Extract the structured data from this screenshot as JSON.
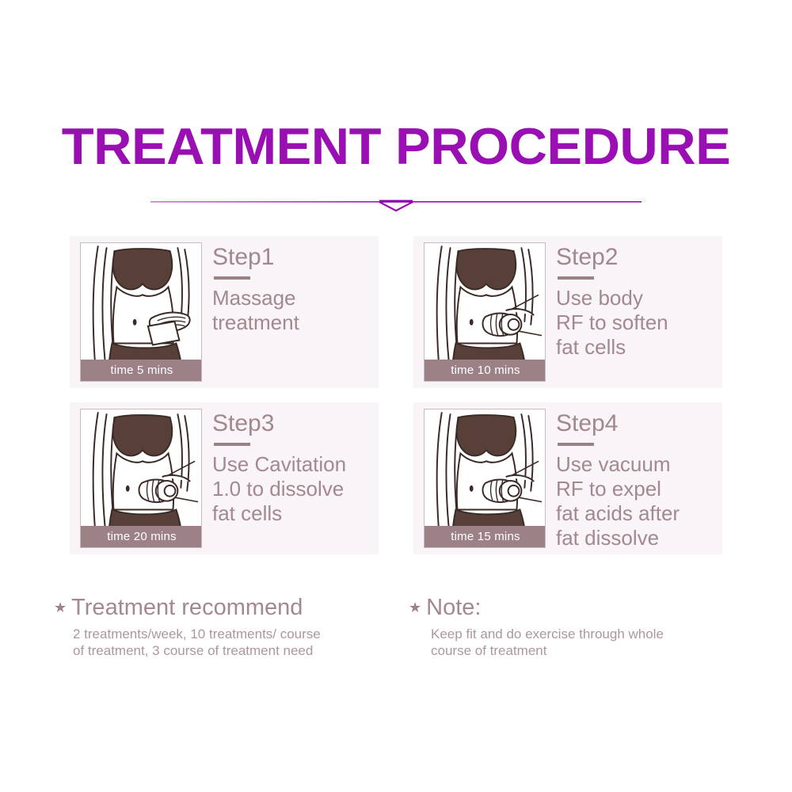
{
  "page": {
    "title": "TREATMENT PROCEDURE",
    "title_color": "#9a0fb4",
    "divider_color": "#a02ab5",
    "background": "#ffffff"
  },
  "cards": [
    {
      "step_label": "Step1",
      "description": "Massage\ntreatment",
      "time_label": "time 5 mins",
      "image_name": "woman-torso-massage-paddle",
      "panel_color": "#f9f4f8",
      "time_bar_color": "#9c8187"
    },
    {
      "step_label": "Step2",
      "description": "Use body\nRF to soften\nfat cells",
      "time_label": "time 10 mins",
      "image_name": "woman-torso-rf-handpiece",
      "panel_color": "#f9f4f8",
      "time_bar_color": "#9c8187"
    },
    {
      "step_label": "Step3",
      "description": "Use Cavitation\n1.0 to dissolve\nfat cells",
      "time_label": "time 20 mins",
      "image_name": "woman-torso-cavitation-handpiece",
      "panel_color": "#f9f4f8",
      "time_bar_color": "#9c8187"
    },
    {
      "step_label": "Step4",
      "description": "Use vacuum\nRF to expel\nfat acids after\nfat dissolve",
      "time_label": "time 15 mins",
      "image_name": "woman-torso-vacuum-handpiece",
      "panel_color": "#f9f4f8",
      "time_bar_color": "#9c8187"
    }
  ],
  "footer": {
    "left": {
      "bullet": "★",
      "heading": "Treatment recommend",
      "body": "2 treatments/week, 10 treatments/ course\nof treatment, 3 course of treatment need"
    },
    "right": {
      "bullet": "★",
      "heading": "Note:",
      "body": "Keep fit and do exercise through whole\ncourse of treatment"
    }
  },
  "colors": {
    "mauve_text": "#a3898f",
    "mauve_dark": "#9c8187",
    "body_text": "#ad979c",
    "illustration_dark": "#584038",
    "illustration_outline": "#3a2b26"
  }
}
